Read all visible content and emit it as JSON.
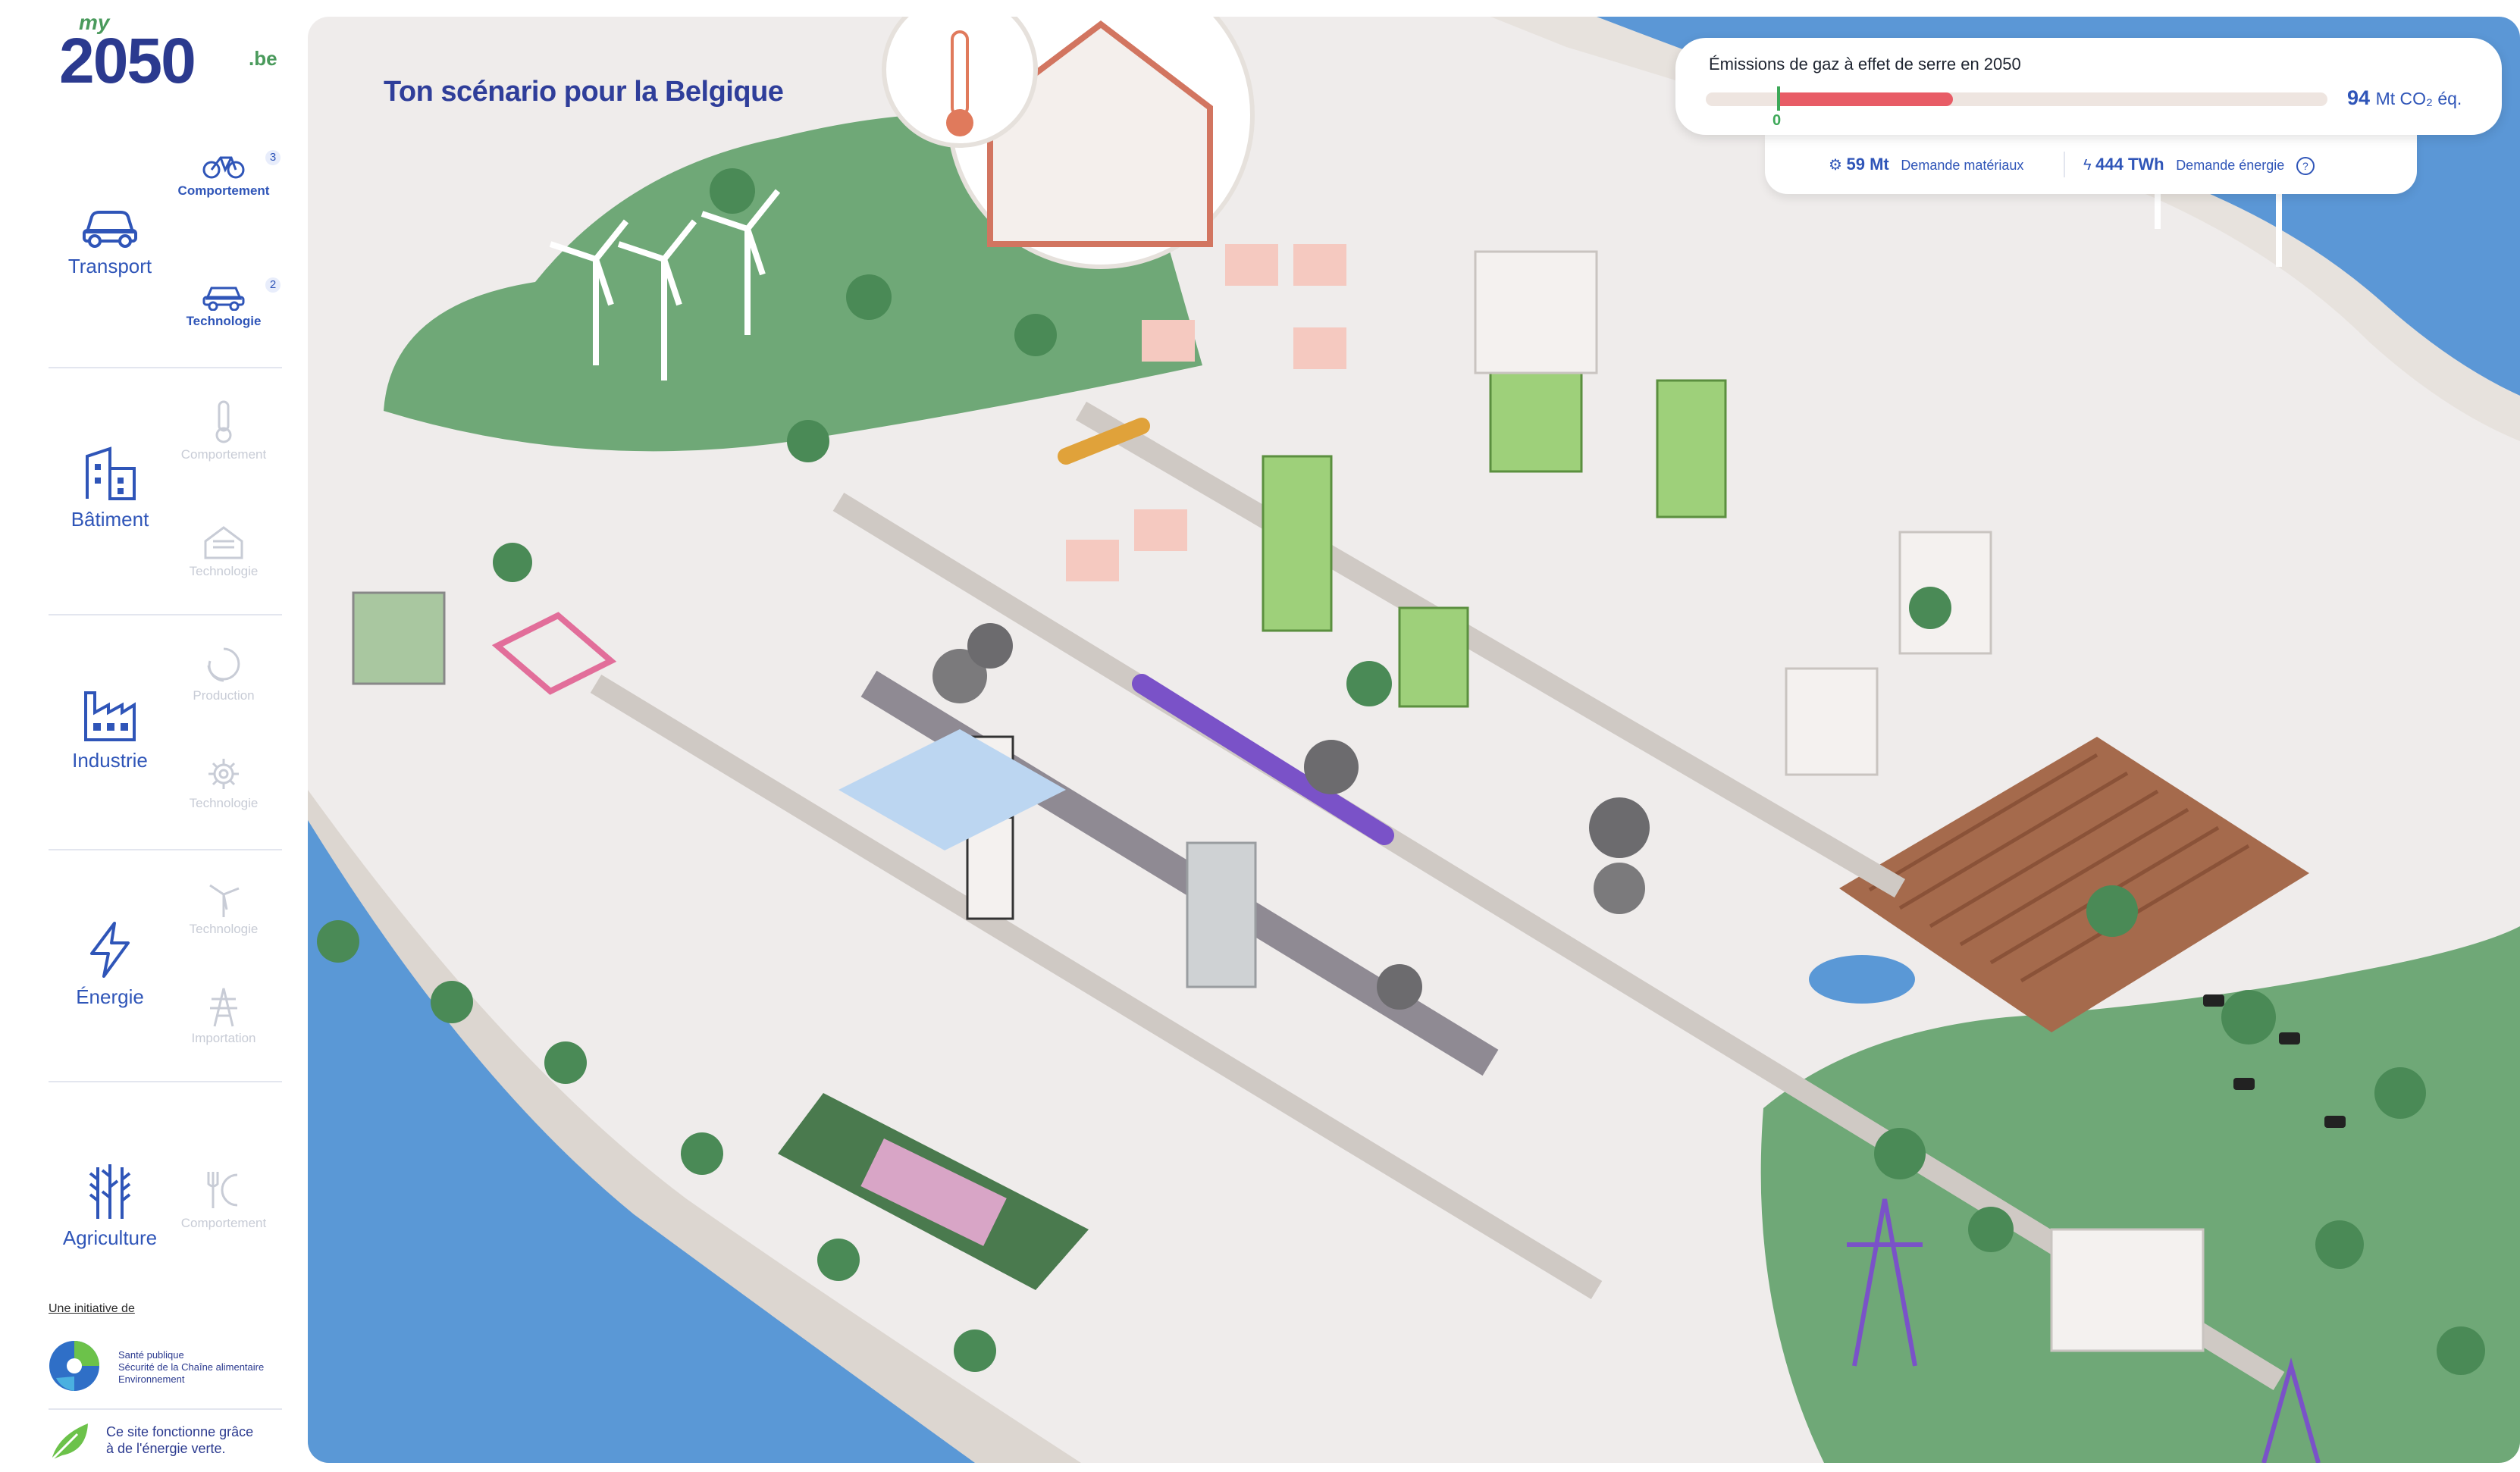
{
  "brand": {
    "my": "my",
    "number": "2050",
    "tld": ".be"
  },
  "sidebar": {
    "categories": [
      {
        "label": "Transport",
        "subs": [
          {
            "label": "Comportement",
            "badge": "3",
            "active": true
          },
          {
            "label": "Technologie",
            "badge": "2",
            "active": true
          }
        ]
      },
      {
        "label": "Bâtiment",
        "subs": [
          {
            "label": "Comportement",
            "active": false
          },
          {
            "label": "Technologie",
            "active": false
          }
        ]
      },
      {
        "label": "Industrie",
        "subs": [
          {
            "label": "Production",
            "active": false
          },
          {
            "label": "Technologie",
            "active": false
          }
        ]
      },
      {
        "label": "Énergie",
        "subs": [
          {
            "label": "Technologie",
            "active": false
          },
          {
            "label": "Importation",
            "active": false
          }
        ]
      },
      {
        "label": "Agriculture",
        "subs": [
          {
            "label": "Comportement",
            "active": false
          }
        ]
      }
    ],
    "initiative": "Une initiative de",
    "partner_lines": [
      "Santé publique",
      "Sécurité de la Chaîne alimentaire",
      "Environnement"
    ],
    "green_note_lines": [
      "Ce site fonctionne grâce",
      "à de l'énergie verte."
    ]
  },
  "main": {
    "title": "Ton scénario pour la Belgique"
  },
  "emissions": {
    "title": "Émissions de gaz à effet de serre en 2050",
    "value": "94",
    "unit": "Mt CO₂ éq.",
    "zero_label": "0",
    "bar_fraction": 0.28,
    "bar_color": "#e85c66"
  },
  "demand": {
    "materials_value": "59 Mt",
    "materials_label": "Demande matériaux",
    "energy_value": "444 TWh",
    "energy_label": "Demande énergie"
  },
  "colors": {
    "accent": "#2f55b8",
    "green": "#4a9a5c",
    "water": "#4f8fd1",
    "park": "#6fa877"
  }
}
